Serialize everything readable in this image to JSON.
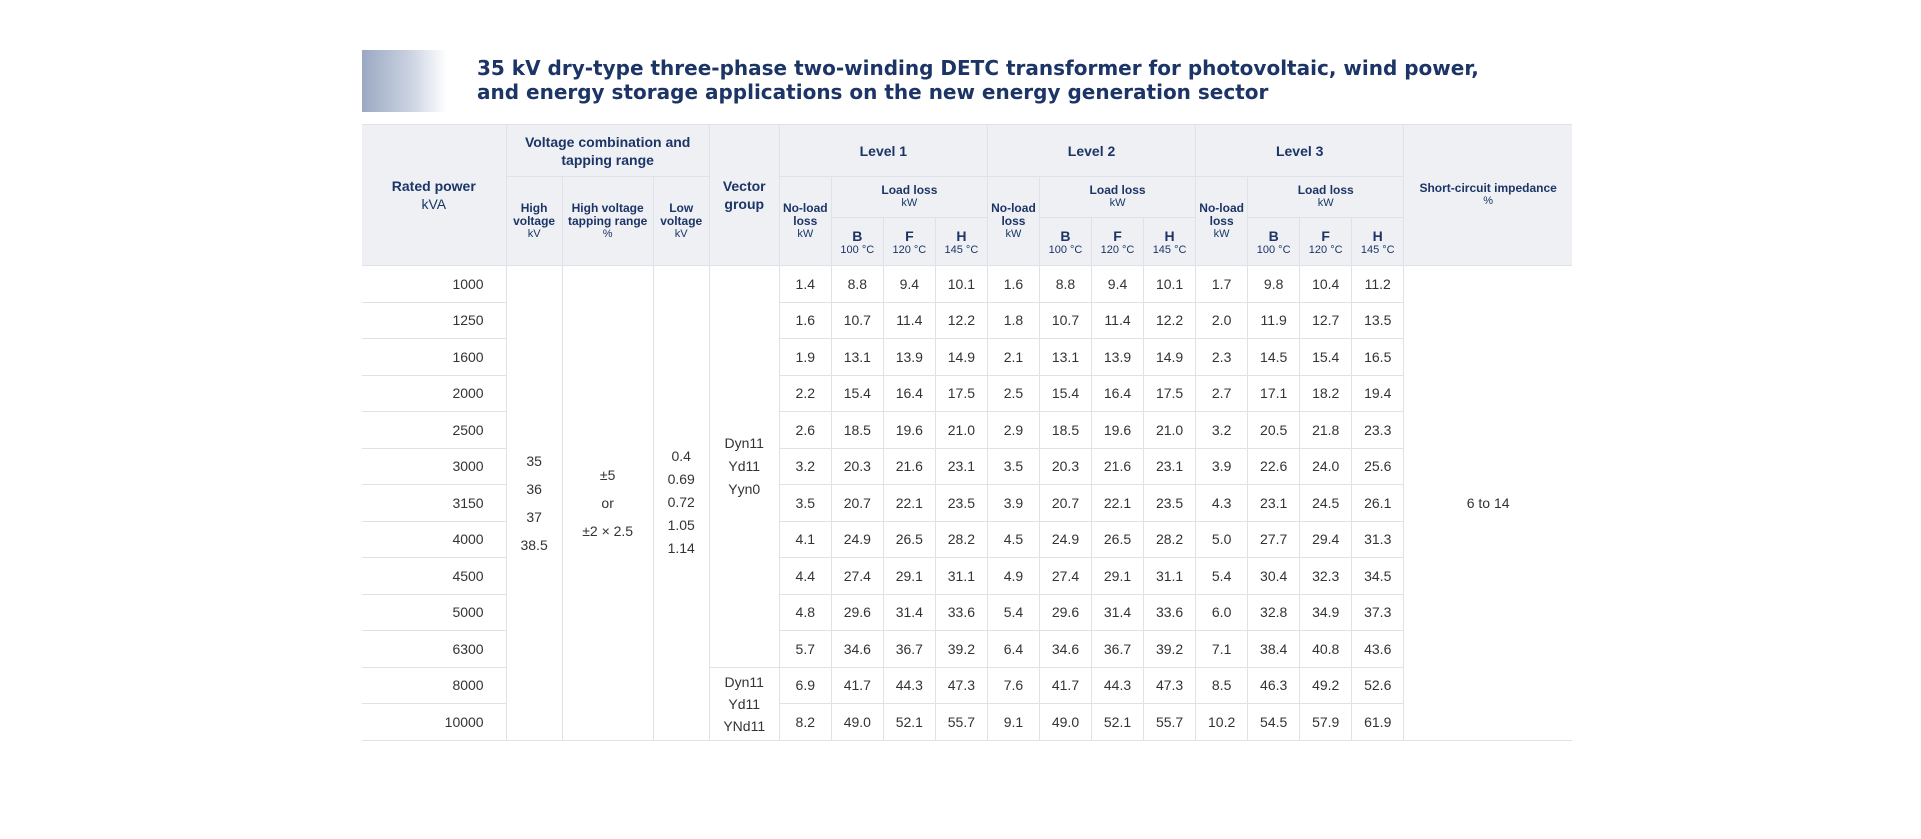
{
  "title": {
    "line1": "35 kV dry-type three-phase two-winding DETC transformer for photovoltaic, wind power,",
    "line2": "and energy storage applications on the new energy generation sector"
  },
  "header": {
    "rated_power": "Rated power",
    "rated_power_unit": "kVA",
    "voltage_group": "Voltage combination and tapping range",
    "high_voltage": "High voltage",
    "high_voltage_unit": "kV",
    "hv_tapping": "High voltage tapping range",
    "hv_tapping_unit": "%",
    "low_voltage": "Low voltage",
    "low_voltage_unit": "kV",
    "vector_group": "Vector group",
    "levels": [
      "Level 1",
      "Level 2",
      "Level 3"
    ],
    "no_load_loss": "No-load loss",
    "no_load_loss_unit": "kW",
    "load_loss": "Load loss",
    "load_loss_unit": "kW",
    "classes": [
      {
        "letter": "B",
        "temp": "100 °C"
      },
      {
        "letter": "F",
        "temp": "120 °C"
      },
      {
        "letter": "H",
        "temp": "145 °C"
      }
    ],
    "short_circuit": "Short-circuit impedance",
    "short_circuit_unit": "%"
  },
  "merged": {
    "high_voltage_values": [
      "35",
      "36",
      "37",
      "38.5"
    ],
    "tapping_values": [
      "±5",
      "or",
      "±2 × 2.5"
    ],
    "low_voltage_values": [
      "0.4",
      "0.69",
      "0.72",
      "1.05",
      "1.14"
    ],
    "vector_group_a": [
      "Dyn11",
      "Yd11",
      "Yyn0"
    ],
    "vector_group_b": [
      "Dyn11",
      "Yd11",
      "YNd11"
    ],
    "short_circuit_value": "6 to 14"
  },
  "rows": [
    {
      "power": "1000",
      "l1": [
        "1.4",
        "8.8",
        "9.4",
        "10.1"
      ],
      "l2": [
        "1.6",
        "8.8",
        "9.4",
        "10.1"
      ],
      "l3": [
        "1.7",
        "9.8",
        "10.4",
        "11.2"
      ]
    },
    {
      "power": "1250",
      "l1": [
        "1.6",
        "10.7",
        "11.4",
        "12.2"
      ],
      "l2": [
        "1.8",
        "10.7",
        "11.4",
        "12.2"
      ],
      "l3": [
        "2.0",
        "11.9",
        "12.7",
        "13.5"
      ]
    },
    {
      "power": "1600",
      "l1": [
        "1.9",
        "13.1",
        "13.9",
        "14.9"
      ],
      "l2": [
        "2.1",
        "13.1",
        "13.9",
        "14.9"
      ],
      "l3": [
        "2.3",
        "14.5",
        "15.4",
        "16.5"
      ]
    },
    {
      "power": "2000",
      "l1": [
        "2.2",
        "15.4",
        "16.4",
        "17.5"
      ],
      "l2": [
        "2.5",
        "15.4",
        "16.4",
        "17.5"
      ],
      "l3": [
        "2.7",
        "17.1",
        "18.2",
        "19.4"
      ]
    },
    {
      "power": "2500",
      "l1": [
        "2.6",
        "18.5",
        "19.6",
        "21.0"
      ],
      "l2": [
        "2.9",
        "18.5",
        "19.6",
        "21.0"
      ],
      "l3": [
        "3.2",
        "20.5",
        "21.8",
        "23.3"
      ]
    },
    {
      "power": "3000",
      "l1": [
        "3.2",
        "20.3",
        "21.6",
        "23.1"
      ],
      "l2": [
        "3.5",
        "20.3",
        "21.6",
        "23.1"
      ],
      "l3": [
        "3.9",
        "22.6",
        "24.0",
        "25.6"
      ]
    },
    {
      "power": "3150",
      "l1": [
        "3.5",
        "20.7",
        "22.1",
        "23.5"
      ],
      "l2": [
        "3.9",
        "20.7",
        "22.1",
        "23.5"
      ],
      "l3": [
        "4.3",
        "23.1",
        "24.5",
        "26.1"
      ]
    },
    {
      "power": "4000",
      "l1": [
        "4.1",
        "24.9",
        "26.5",
        "28.2"
      ],
      "l2": [
        "4.5",
        "24.9",
        "26.5",
        "28.2"
      ],
      "l3": [
        "5.0",
        "27.7",
        "29.4",
        "31.3"
      ]
    },
    {
      "power": "4500",
      "l1": [
        "4.4",
        "27.4",
        "29.1",
        "31.1"
      ],
      "l2": [
        "4.9",
        "27.4",
        "29.1",
        "31.1"
      ],
      "l3": [
        "5.4",
        "30.4",
        "32.3",
        "34.5"
      ]
    },
    {
      "power": "5000",
      "l1": [
        "4.8",
        "29.6",
        "31.4",
        "33.6"
      ],
      "l2": [
        "5.4",
        "29.6",
        "31.4",
        "33.6"
      ],
      "l3": [
        "6.0",
        "32.8",
        "34.9",
        "37.3"
      ]
    },
    {
      "power": "6300",
      "l1": [
        "5.7",
        "34.6",
        "36.7",
        "39.2"
      ],
      "l2": [
        "6.4",
        "34.6",
        "36.7",
        "39.2"
      ],
      "l3": [
        "7.1",
        "38.4",
        "40.8",
        "43.6"
      ]
    },
    {
      "power": "8000",
      "l1": [
        "6.9",
        "41.7",
        "44.3",
        "47.3"
      ],
      "l2": [
        "7.6",
        "41.7",
        "44.3",
        "47.3"
      ],
      "l3": [
        "8.5",
        "46.3",
        "49.2",
        "52.6"
      ]
    },
    {
      "power": "10000",
      "l1": [
        "8.2",
        "49.0",
        "52.1",
        "55.7"
      ],
      "l2": [
        "9.1",
        "49.0",
        "52.1",
        "55.7"
      ],
      "l3": [
        "10.2",
        "54.5",
        "57.9",
        "61.9"
      ]
    }
  ]
}
